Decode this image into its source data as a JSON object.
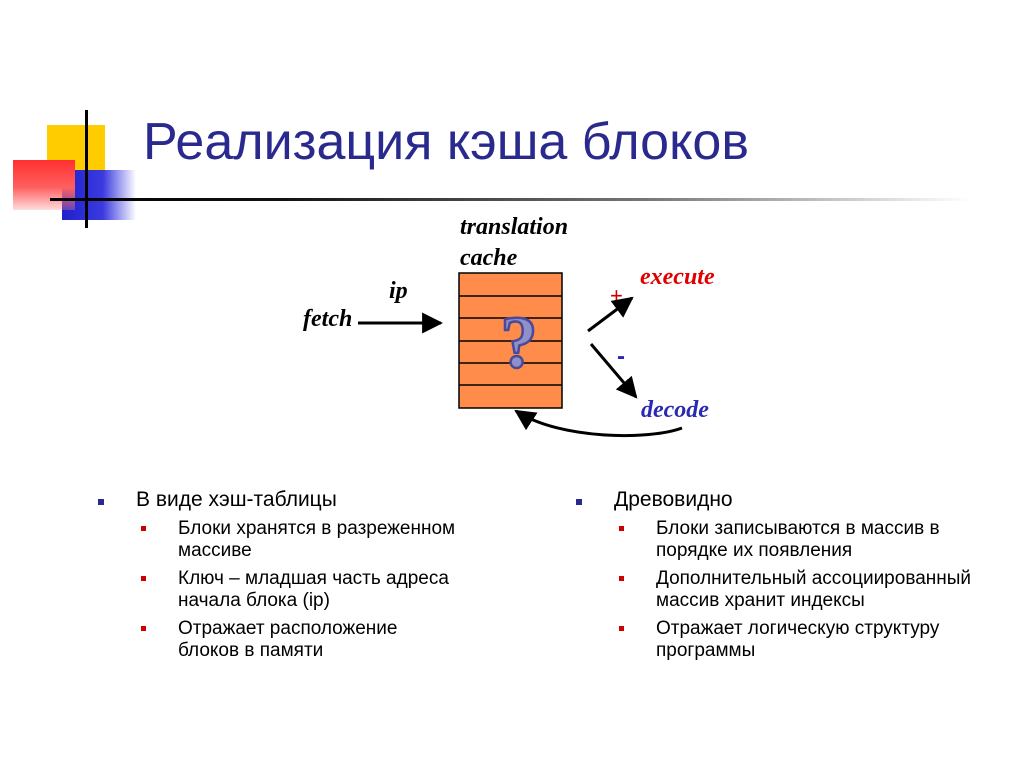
{
  "title": "Реализация кэша блоков",
  "diagram": {
    "translation_label": "translation",
    "cache_label": "cache",
    "fetch_label": "fetch",
    "ip_label": "ip",
    "execute_label": "execute",
    "decode_label": "decode",
    "plus_sign": "+",
    "minus_sign": "-",
    "question_mark": "?",
    "colors": {
      "cache_fill": "#ff8c4a",
      "execute": "#e00000",
      "decode": "#2a2ab0",
      "ink": "#000000"
    }
  },
  "left_column": {
    "heading": "В виде хэш-таблицы",
    "items": [
      "Блоки хранятся в разреженном массиве",
      "Ключ – младшая часть адреса начала блока (ip)",
      "Отражает расположение блоков в памяти"
    ]
  },
  "right_column": {
    "heading": "Древовидно",
    "items": [
      "Блоки записываются в массив в порядке их появления",
      "Дополнительный ассоциированный массив хранит индексы",
      "Отражает логическую структуру программы"
    ]
  }
}
